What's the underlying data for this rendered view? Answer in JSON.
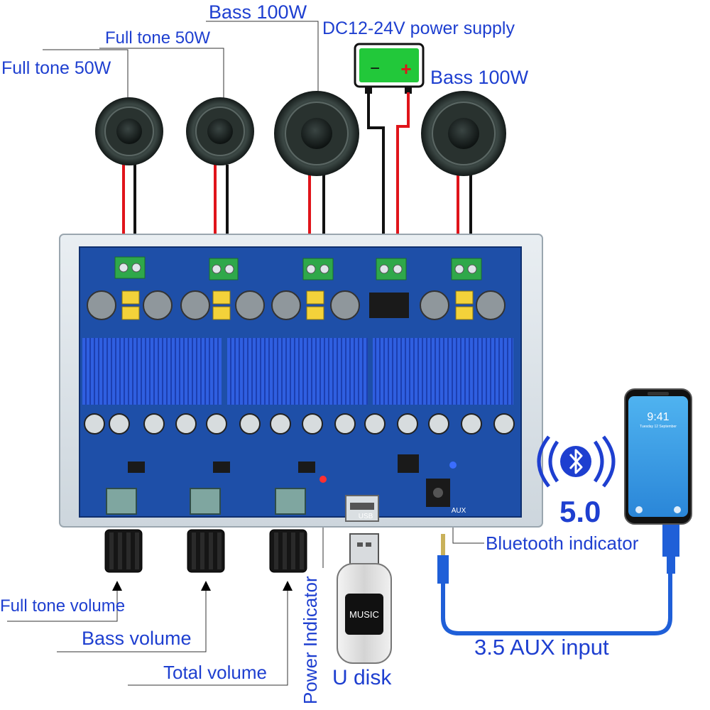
{
  "labels": {
    "full_tone_left": "Full tone 50W",
    "full_tone_right": "Full tone 50W",
    "bass_center": "Bass 100W",
    "power_supply": "DC12-24V power supply",
    "bass_right": "Bass 100W",
    "bluetooth_indicator": "Bluetooth indicator",
    "full_tone_volume": "Full tone volume",
    "bass_volume": "Bass volume",
    "total_volume": "Total volume",
    "power_indicator": "Power Indicator",
    "u_disk": "U disk",
    "aux_input": "3.5 AUX input",
    "bt_version": "5.0",
    "usb_port": "USB",
    "aux_port": "AUX"
  },
  "battery": {
    "minus": "−",
    "plus": "+"
  },
  "phone": {
    "time": "9:41",
    "date": "Tuesday 12 September"
  },
  "udisk": {
    "face_text": "MUSIC"
  },
  "colors": {
    "label_blue": "#1e3fd0",
    "board_blue": "#1e4fa8",
    "heatsink_blue": "#2f5fe0",
    "battery_green": "#22c83a",
    "wire_red": "#e0141a",
    "terminal_green": "#2fa84a"
  }
}
